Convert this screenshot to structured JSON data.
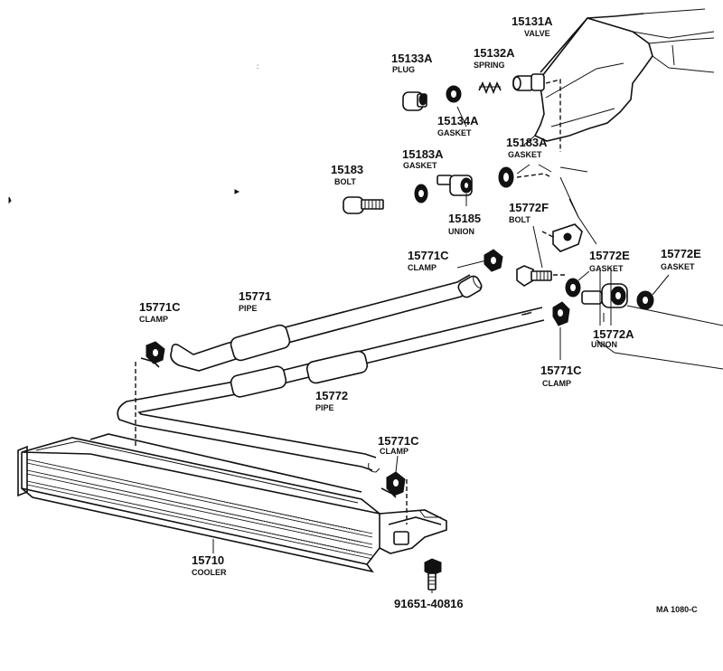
{
  "parts": {
    "p15131a": {
      "number": "15131A",
      "name": "VALVE"
    },
    "p15133a": {
      "number": "15133A",
      "name": "PLUG"
    },
    "p15132a": {
      "number": "15132A",
      "name": "SPRING"
    },
    "p15134a": {
      "number": "15134A",
      "name": "GASKET"
    },
    "p15183a_top": {
      "number": "15183A",
      "name": "GASKET"
    },
    "p15183a_mid": {
      "number": "15183A",
      "name": "GASKET"
    },
    "p15183": {
      "number": "15183",
      "name": "BOLT"
    },
    "p15185": {
      "number": "15185",
      "name": "UNION"
    },
    "p15772f": {
      "number": "15772F",
      "name": "BOLT"
    },
    "p15771c_upper": {
      "number": "15771C",
      "name": "CLAMP"
    },
    "p15772e_left": {
      "number": "15772E",
      "name": "GASKET"
    },
    "p15772e_right": {
      "number": "15772E",
      "name": "GASKET"
    },
    "p15771c_left": {
      "number": "15771C",
      "name": "CLAMP"
    },
    "p15771": {
      "number": "15771",
      "name": "PIPE"
    },
    "p15772a": {
      "number": "15772A",
      "name": "UNION"
    },
    "p15771c_right": {
      "number": "15771C",
      "name": "CLAMP"
    },
    "p15772": {
      "number": "15772",
      "name": "PIPE"
    },
    "p15771c_lower": {
      "number": "15771C",
      "name": "CLAMP"
    },
    "p15710": {
      "number": "15710",
      "name": "COOLER"
    },
    "p91651": {
      "number": "91651-40816"
    }
  },
  "reference": "MA 1080-C"
}
